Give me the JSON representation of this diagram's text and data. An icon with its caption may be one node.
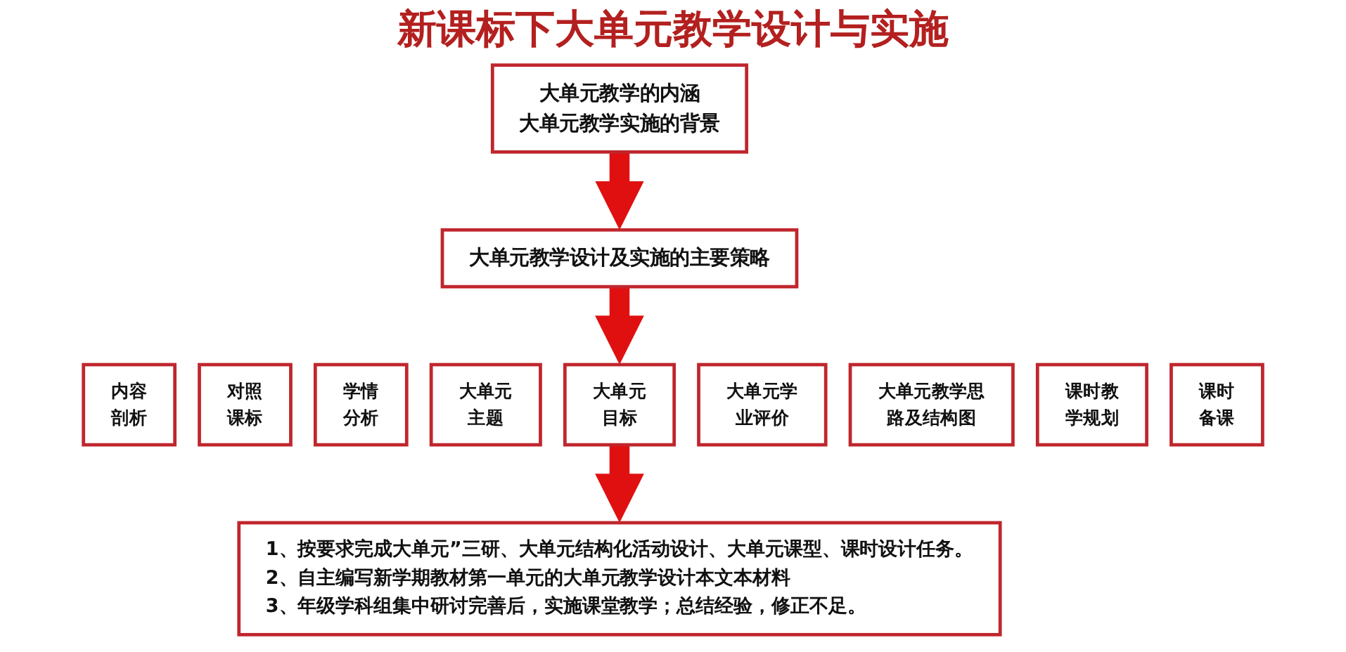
{
  "diagram": {
    "title": "新课标下大单元教学设计与实施",
    "nodes": [
      {
        "text": [
          "大单元教学的内涵",
          "大单元教学实施的背景"
        ]
      },
      {
        "text": [
          "大单元教学设计及实施的主要策略"
        ]
      },
      {
        "text": [
          "内容剖析"
        ]
      },
      {
        "text": [
          "对照课标"
        ]
      },
      {
        "text": [
          "学情分析"
        ]
      },
      {
        "text": [
          "大单元主题"
        ]
      },
      {
        "text": [
          "大单元目标"
        ]
      },
      {
        "text": [
          "大单元学业评价"
        ]
      },
      {
        "text": [
          "大单元教学思路及结构图"
        ]
      },
      {
        "text": [
          "课时教学规划"
        ]
      },
      {
        "text": [
          "课时备课"
        ]
      },
      {
        "text": [
          "1、按要求完成大单元”三研、大单元结构化活动设计、大单元课型、课时设计任务。",
          "2、自主编写新学期教材第一单元的大单元教学设计本文本材料",
          "3、年级学科组集中研讨完善后，实施课堂教学；总结经验，修正不足。"
        ]
      }
    ],
    "edges": [
      {
        "from": 0,
        "to": 1,
        "arrow": "to"
      },
      {
        "from": 1,
        "to": 6,
        "arrow": "to"
      },
      {
        "from": 6,
        "to": 11,
        "arrow": "to"
      }
    ]
  }
}
